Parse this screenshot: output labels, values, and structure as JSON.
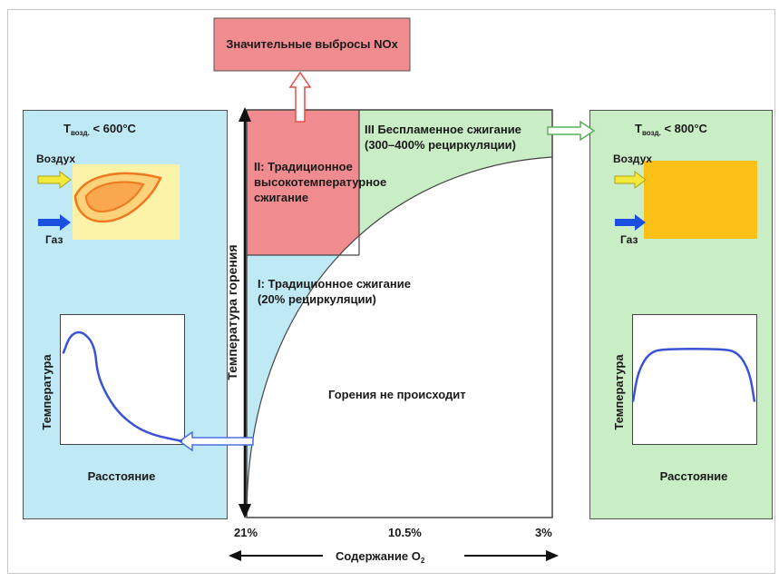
{
  "nox_box": {
    "label": "Значительные выбросы NOx"
  },
  "left_panel": {
    "temp_prefix": "T",
    "temp_subscript": "возд.",
    "temp_value": "< 600°C",
    "air_label": "Воздух",
    "gas_label": "Газ",
    "profile": {
      "ylabel": "Температура",
      "xlabel": "Расстояние",
      "curve": [
        [
          0.02,
          0.78
        ],
        [
          0.08,
          0.95
        ],
        [
          0.18,
          0.98
        ],
        [
          0.28,
          0.85
        ],
        [
          0.3,
          0.6
        ],
        [
          0.38,
          0.4
        ],
        [
          0.5,
          0.22
        ],
        [
          0.7,
          0.07
        ],
        [
          1.0,
          0.0
        ]
      ]
    }
  },
  "right_panel": {
    "temp_prefix": "T",
    "temp_subscript": "возд.",
    "temp_value": "< 800°C",
    "air_label": "Воздух",
    "gas_label": "Газ",
    "profile": {
      "ylabel": "Температура",
      "xlabel": "Расстояние",
      "curve": [
        [
          0.0,
          0.35
        ],
        [
          0.04,
          0.62
        ],
        [
          0.14,
          0.8
        ],
        [
          0.3,
          0.82
        ],
        [
          0.7,
          0.82
        ],
        [
          0.86,
          0.8
        ],
        [
          0.96,
          0.62
        ],
        [
          1.0,
          0.35
        ]
      ]
    }
  },
  "main_chart": {
    "ylabel": "Температура горения",
    "xlabel_main": "Содержание O",
    "xlabel_sub": "2",
    "x_ticks": [
      "21%",
      "10.5%",
      "3%"
    ],
    "region_II": [
      "II: Традиционное",
      "высокотемпературное",
      "сжигание"
    ],
    "region_III": [
      "III Беспламенное сжигание",
      "(300–400% рециркуляции)"
    ],
    "region_I": [
      "I: Традиционное сжигание",
      "(20% рециркуляции)"
    ],
    "region_none": "Горения не происходит"
  },
  "colors": {
    "light_blue": "#bfe9f5",
    "light_green": "#c9edc5",
    "pink": "#f08c90",
    "yellow_bg": "#fdf3a8",
    "orange_block": "#fbc116",
    "flame_orange": "#f07820",
    "curve_blue": "#3a52d4",
    "arrow_blue": "#1a4fe0",
    "arrow_yellow": "#f2ea3a"
  }
}
